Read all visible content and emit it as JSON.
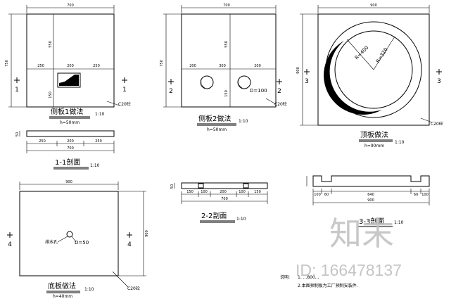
{
  "side1": {
    "top_width": "700",
    "left_height": "750",
    "mid_height": "550",
    "lower_height": "150",
    "seg_a": "250",
    "seg_b": "200",
    "seg_c": "250",
    "cut_left": "1",
    "cut_right": "1",
    "concrete": "C20砼",
    "title": "侧板1做法",
    "scale": "1:10",
    "thickness": "h=50mm"
  },
  "side2": {
    "top_width": "700",
    "left_height": "750",
    "mid_height": "550",
    "lower_height": "150",
    "seg_a": "200",
    "seg_b": "300",
    "seg_c": "200",
    "hole_dia": "D=100",
    "cut_left": "2",
    "cut_right": "2",
    "concrete": "C20砼",
    "title": "侧板2做法",
    "scale": "1:10",
    "thickness": "h=50mm"
  },
  "top_slab": {
    "top_width": "900",
    "left_height": "900",
    "r_outer": "R=400",
    "r_inner": "R=320",
    "cut_left": "3",
    "cut_right": "3",
    "concrete": "C20砼",
    "title": "顶板做法",
    "scale": "1:10",
    "thickness": "h=90mm"
  },
  "section1": {
    "height": "50",
    "seg_a": "250",
    "seg_b": "200",
    "seg_c": "250",
    "total": "700",
    "title": "1-1剖面",
    "scale": "1:10"
  },
  "bottom_slab": {
    "top_width": "900",
    "right_height": "900",
    "label": "排水孔",
    "hole_dia": "D=50",
    "cut_left": "4",
    "cut_right": "4",
    "concrete": "C20砼",
    "title": "底板做法",
    "scale": "1:10",
    "thickness": "h=40mm"
  },
  "section2": {
    "height": "50",
    "segs": [
      "150",
      "100",
      "200",
      "100",
      "150"
    ],
    "total": "700",
    "title": "2-2剖面",
    "scale": "1:10"
  },
  "section3": {
    "segs": [
      "100",
      "60",
      "640",
      "60",
      "100"
    ],
    "total": "900",
    "title": "3-3剖面",
    "scale": "1:10"
  },
  "notes": {
    "label": "说明:",
    "line1": "1.   ...800...",
    "line2": "2.本图预制板为工厂预制安装件."
  },
  "watermark": {
    "logo": "知末",
    "id": "ID: 166478137"
  }
}
